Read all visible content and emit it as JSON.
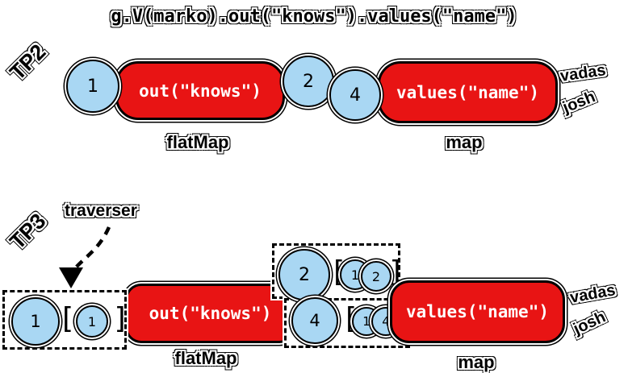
{
  "title": "g.V(marko).out(\"knows\").values(\"name\")",
  "glyphs": {
    "bracket_open": "[",
    "bracket_close": "]"
  },
  "colors": {
    "step_red": "#e81414",
    "traverser_blue": "#a9d7f3"
  },
  "tp2": {
    "label": "TP2",
    "traverser_1": "1",
    "traverser_2": "2",
    "traverser_4": "4",
    "step_out": "out(\"knows\")",
    "step_out_kind": "flatMap",
    "step_values": "values(\"name\")",
    "step_values_kind": "map",
    "result_1": "vadas",
    "result_2": "josh"
  },
  "tp3": {
    "label": "TP3",
    "annotation": "traverser",
    "tray_1": {
      "value": "1",
      "bulk": "1"
    },
    "tray_2": {
      "value": "2",
      "path_1": "1",
      "path_2": "2"
    },
    "tray_4": {
      "value": "4",
      "path_1": "1",
      "path_2": "4"
    },
    "step_out": "out(\"knows\")",
    "step_out_kind": "flatMap",
    "step_values": "values(\"name\")",
    "step_values_kind": "map",
    "result_1": "vadas",
    "result_2": "josh"
  }
}
